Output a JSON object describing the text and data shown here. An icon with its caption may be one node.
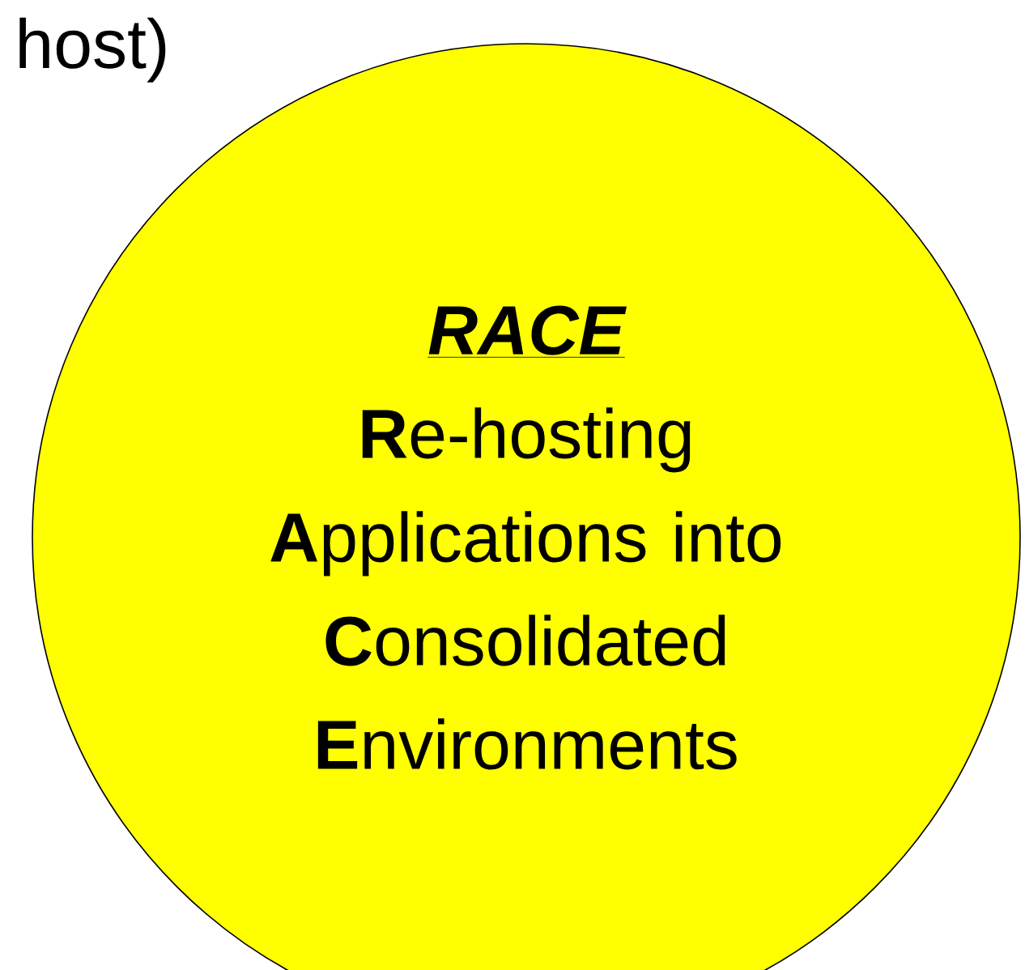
{
  "diagram": {
    "nodes": [
      {
        "text": [
          "RACE",
          "**R**e-hosting **A**pplications into **C**onsolidated **E**nvironments"
        ]
      }
    ],
    "labels": [
      "host)"
    ]
  }
}
